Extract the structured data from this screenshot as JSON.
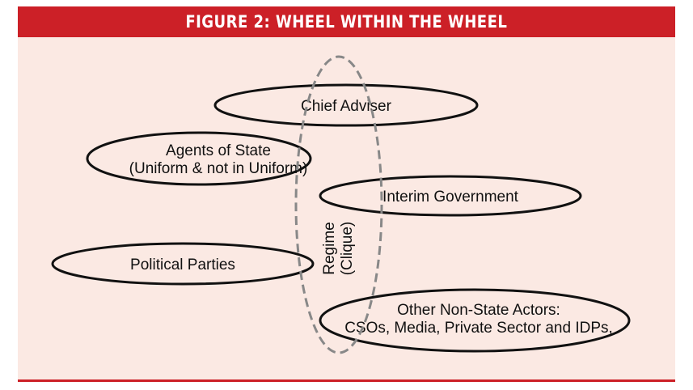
{
  "figure": {
    "title": "FIGURE 2: WHEEL WITHIN THE WHEEL"
  },
  "diagram": {
    "regime": {
      "line1": "Regime",
      "line2": "(Clique)"
    },
    "nodes": {
      "chief_adviser": "Chief Adviser",
      "agents_of_state_line1": "Agents of State",
      "agents_of_state_line2": "(Uniform & not in Uniform)",
      "interim_government": "Interim Government",
      "political_parties": "Political Parties",
      "non_state_actors_line1": "Other Non-State Actors:",
      "non_state_actors_line2": "CSOs, Media, Private Sector and IDPs,"
    }
  },
  "colors": {
    "title_bar": "#cc2027",
    "panel_background": "#fbe9e3",
    "outline": "#111111",
    "dashed_outline": "#888888"
  }
}
